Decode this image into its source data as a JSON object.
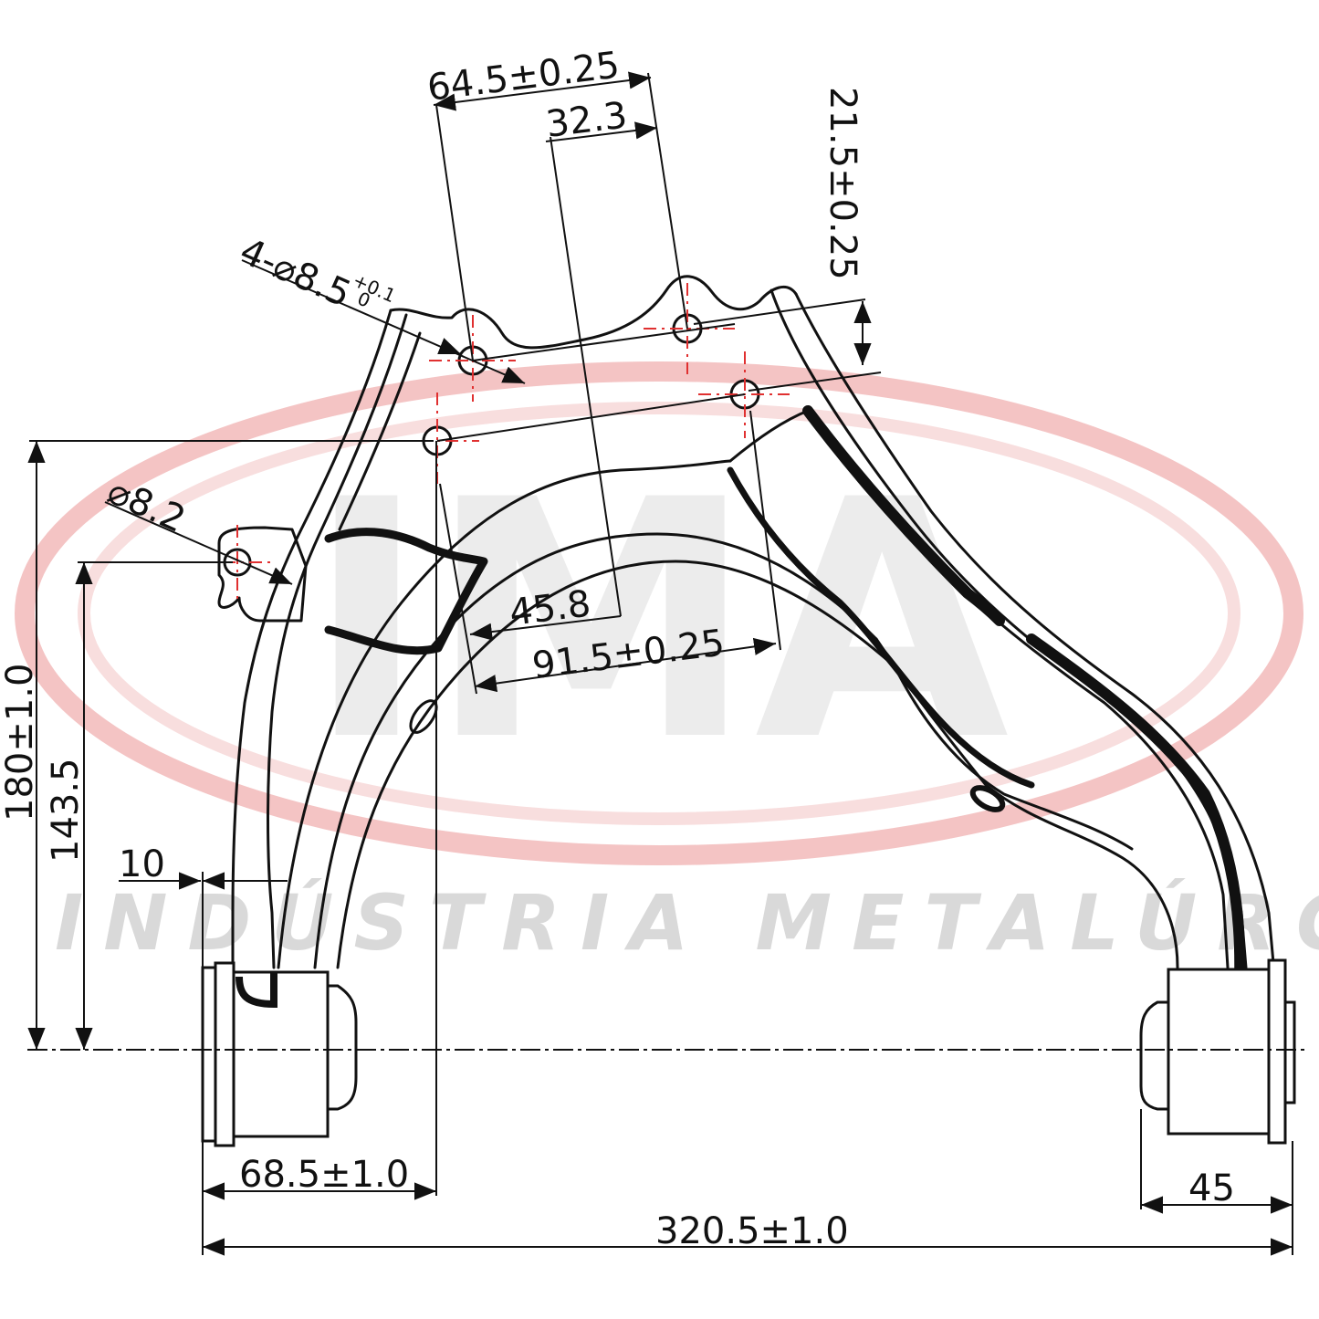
{
  "watermark": {
    "logo_text": "IMA",
    "company_text": "INDÚSTRIA METALÚRGICA ALL",
    "ellipse_color": "#f2b8b8"
  },
  "dimensions": {
    "hole_spacing_top": "64.5±0.25",
    "half_spacing_top": "32.3",
    "vertical_offset": "21.5±0.25",
    "holes_callout_main": "4-⌀8.5",
    "holes_callout_upper_tol": "+0.1",
    "holes_callout_lower_tol": "0",
    "small_hole": "⌀8.2",
    "height_total": "180±1.0",
    "height_hole": "143.5",
    "wall_thickness": "10",
    "offset_mid": "45.8",
    "hole_spacing_lower": "91.5±0.25",
    "left_offset": "68.5±1.0",
    "bushing_width": "45",
    "overall_width": "320.5±1.0"
  },
  "colors": {
    "line": "#111111",
    "center_line": "#e03030"
  }
}
